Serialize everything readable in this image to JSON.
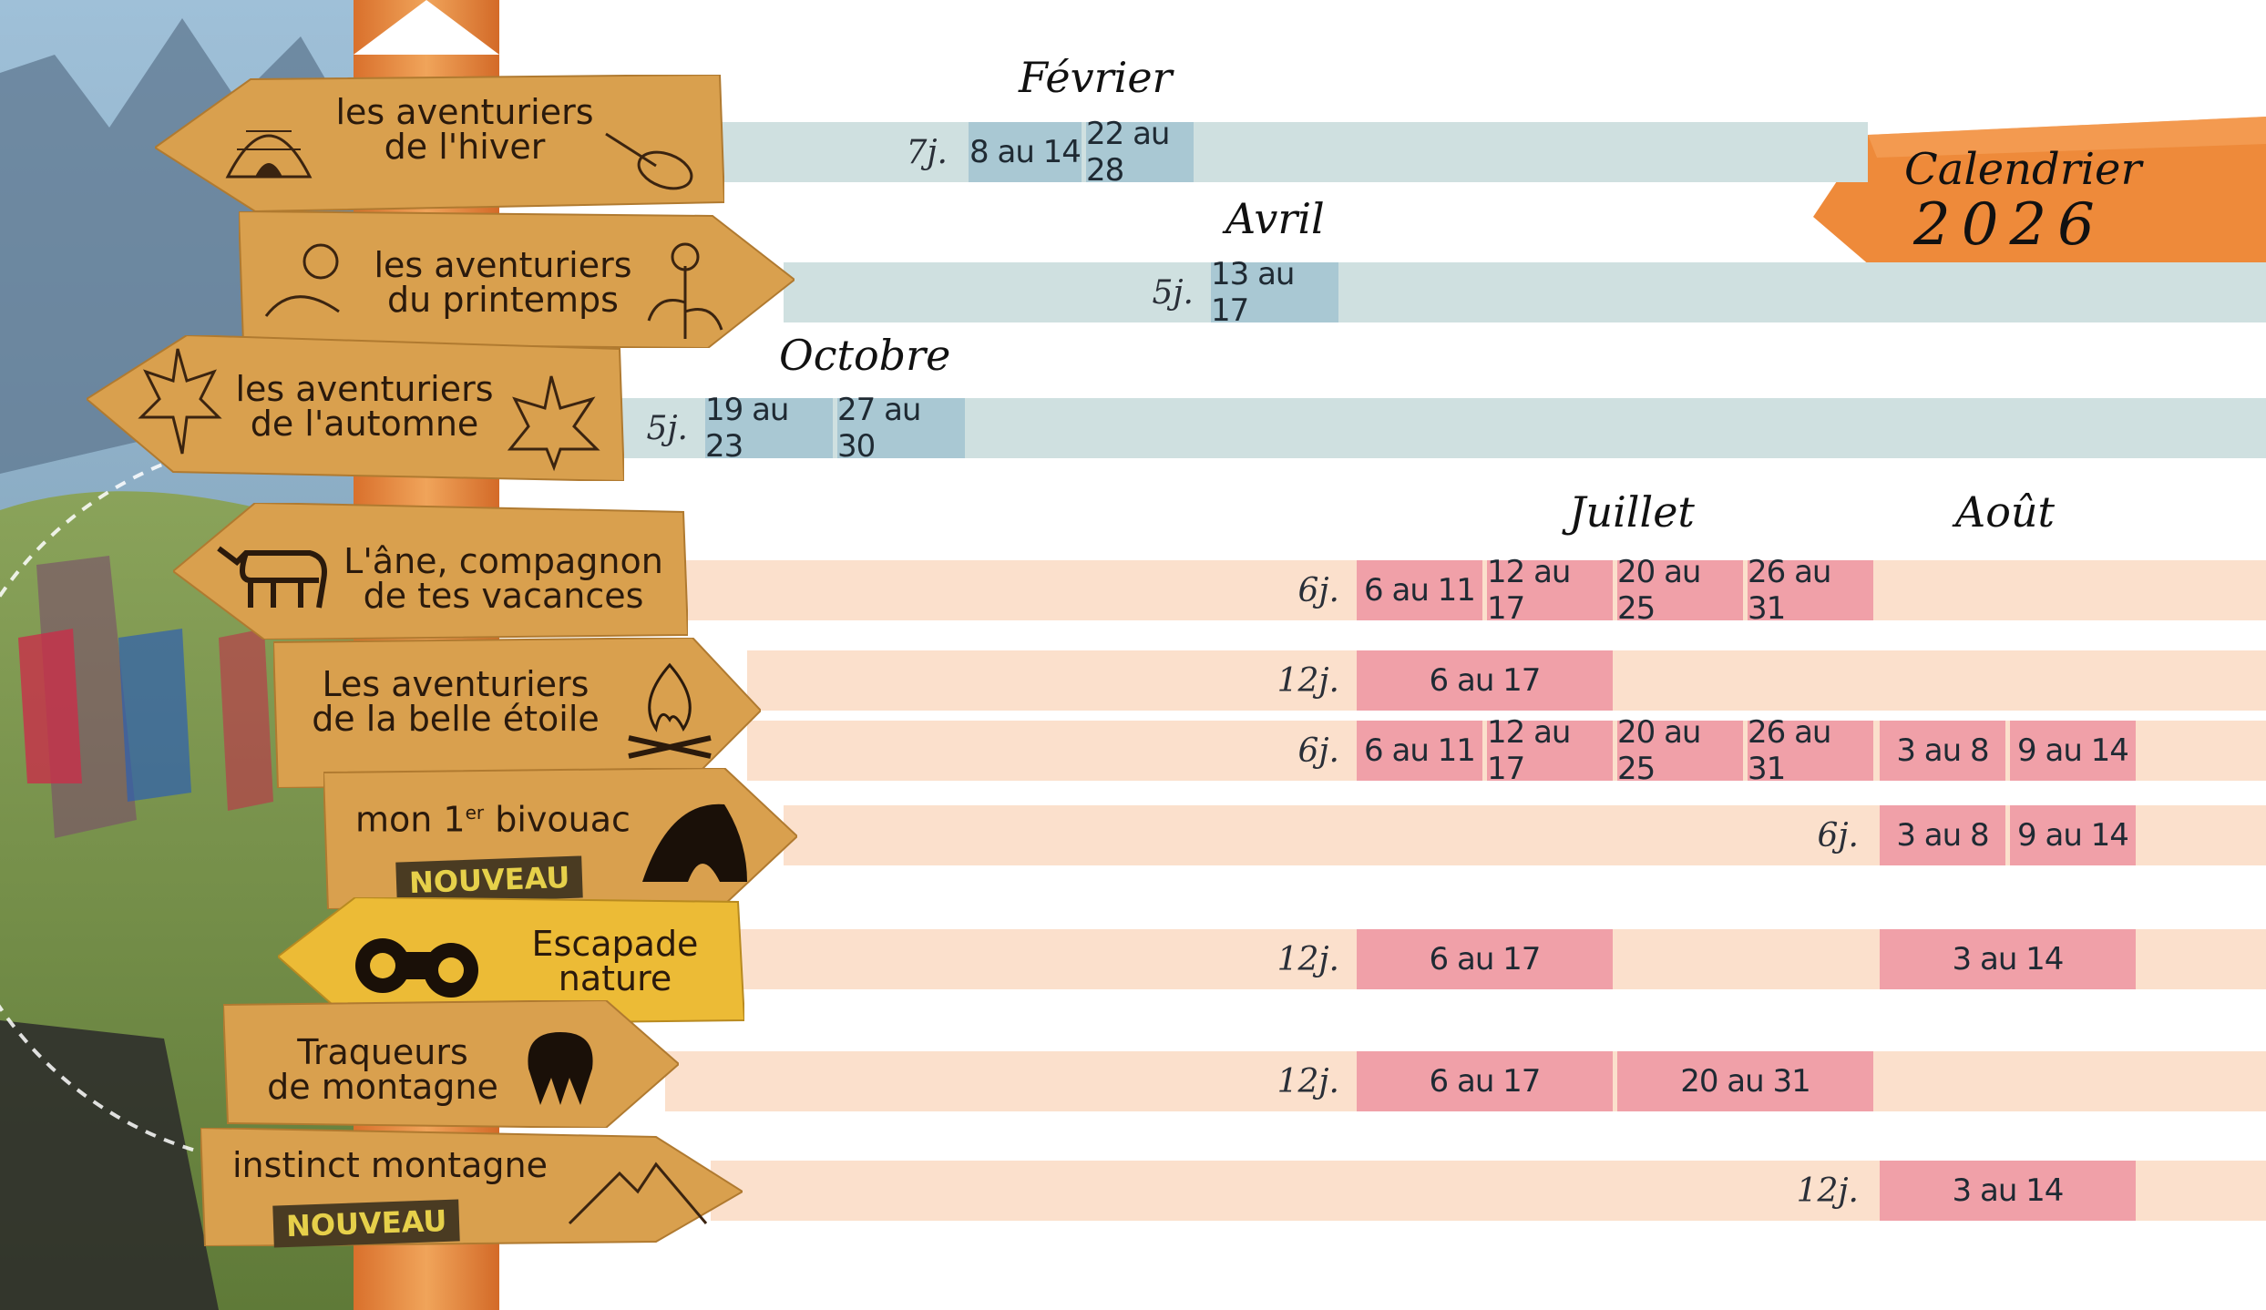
{
  "title": {
    "line1": "Calendrier",
    "line2": "2026"
  },
  "colors": {
    "blue_band": "#cfe0e0",
    "blue_cell": "#a9c8d3",
    "peach_band": "#fbe0cc",
    "pink_cell": "#f0a0a8",
    "sign_wood": "#d9a04e"
  },
  "months": {
    "fevrier": "Février",
    "avril": "Avril",
    "octobre": "Octobre",
    "juillet": "Juillet",
    "aout": "Août"
  },
  "sejours": [
    {
      "name_l1": "les aventuriers",
      "name_l2": "de l'hiver",
      "icon": "igloo-icon",
      "icon2": "snowshoe-icon",
      "duration": "7j.",
      "dates": [
        "8 au 14",
        "22 au 28"
      ]
    },
    {
      "name_l1": "les aventuriers",
      "name_l2": "du printemps",
      "icon": "stone-icon",
      "icon2": "flower-icon",
      "duration": "5j.",
      "dates": [
        "13 au 17"
      ]
    },
    {
      "name_l1": "les aventuriers",
      "name_l2": "de l'automne",
      "icon": "maple-leaf-icon",
      "duration": "5j.",
      "dates": [
        "19 au 23",
        "27 au 30"
      ]
    },
    {
      "name_l1": "L'âne, compagnon",
      "name_l2": "de tes vacances",
      "icon": "donkey-icon",
      "duration": "6j.",
      "dates": [
        "6 au 11",
        "12 au 17",
        "20 au 25",
        "26 au 31"
      ]
    },
    {
      "name_l1": "Les aventuriers",
      "name_l2": "de la belle étoile",
      "icon": "campfire-icon",
      "rows": [
        {
          "duration": "12j.",
          "dates": [
            "6 au 17"
          ]
        },
        {
          "duration": "6j.",
          "dates": [
            "6 au 11",
            "12 au 17",
            "20 au 25",
            "26 au 31",
            "3 au 8",
            "9 au 14"
          ]
        }
      ]
    },
    {
      "name_pre": "mon 1",
      "name_sup": "er",
      "name_post": " bivouac",
      "badge": "NOUVEAU",
      "icon": "tent-icon",
      "duration": "6j.",
      "dates": [
        "3 au 8",
        "9 au 14"
      ]
    },
    {
      "name_l1": "Escapade",
      "name_l2": "nature",
      "icon": "binoculars-icon",
      "duration": "12j.",
      "dates": [
        "6 au 17",
        "3 au 14"
      ]
    },
    {
      "name_l1": "Traqueurs",
      "name_l2": "de montagne",
      "icon": "footprint-icon",
      "duration": "12j.",
      "dates": [
        "6 au 17",
        "20 au 31"
      ]
    },
    {
      "name_l1": "instinct montagne",
      "badge": "NOUVEAU",
      "icon": "mountain-icon",
      "duration": "12j.",
      "dates": [
        "3 au 14"
      ]
    }
  ]
}
